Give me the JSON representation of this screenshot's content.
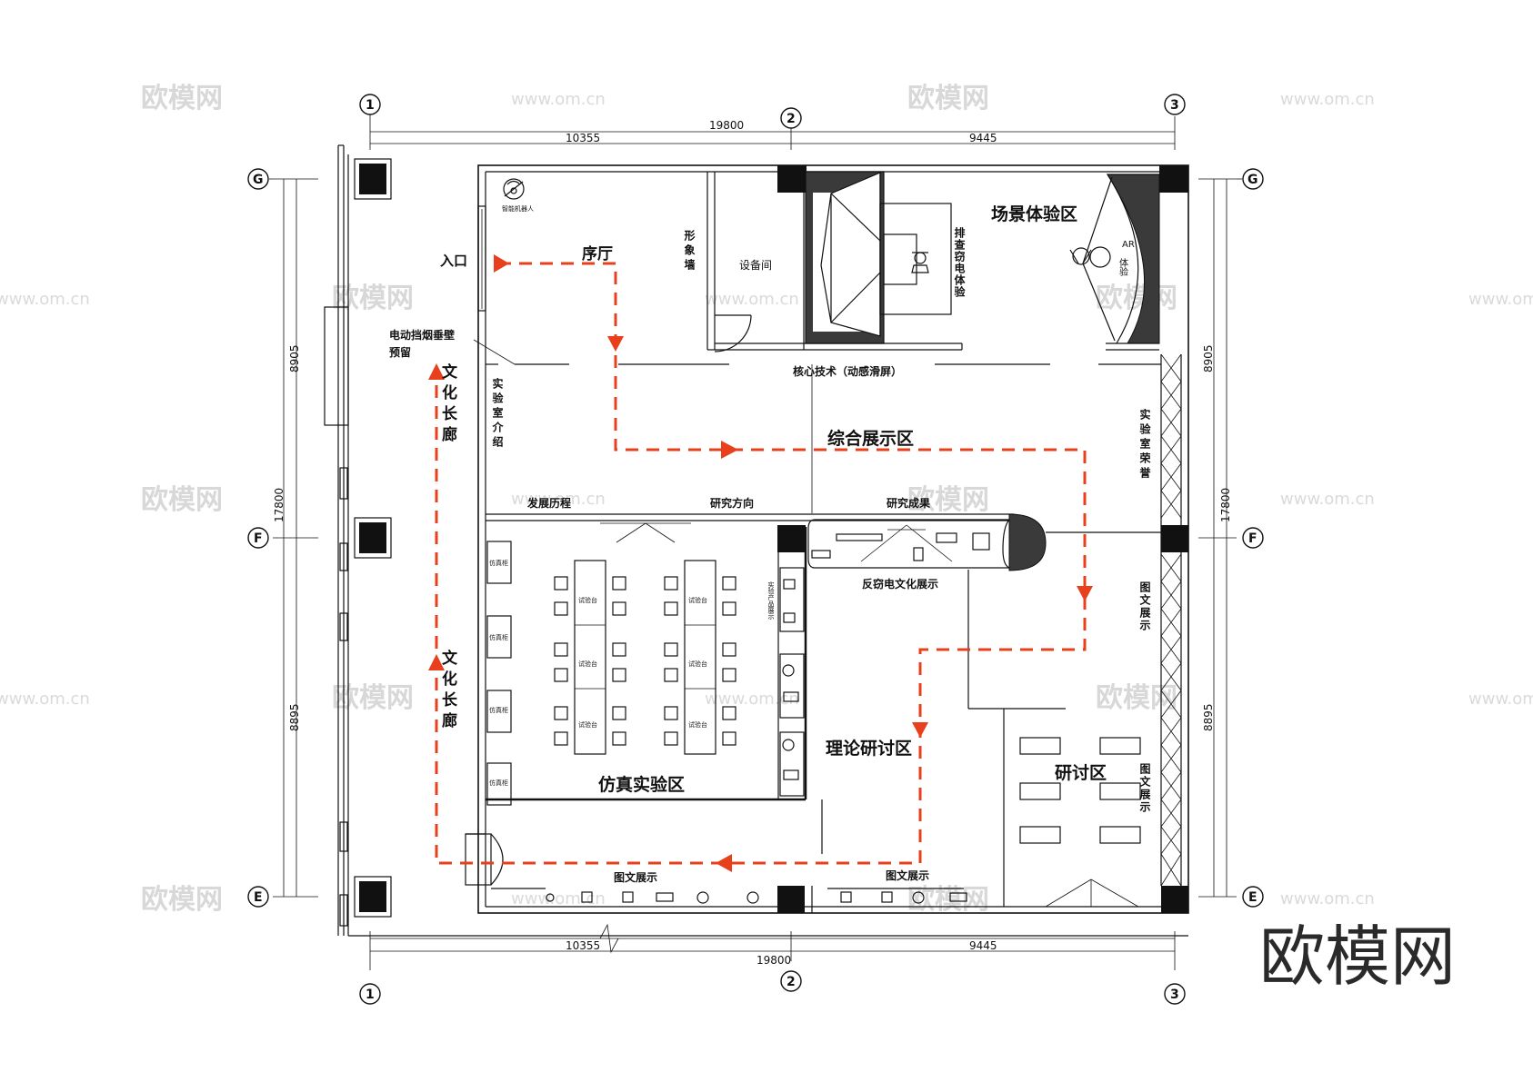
{
  "axes": {
    "columns": [
      "1",
      "2",
      "3"
    ],
    "rows": [
      "G",
      "F",
      "E"
    ]
  },
  "dimensions": {
    "top_total": "19800",
    "top_left": "10355",
    "top_right": "9445",
    "bottom_total": "19800",
    "bottom_left": "10355",
    "bottom_right": "9445",
    "left_total": "17800",
    "left_upper": "8905",
    "left_lower": "8895",
    "right_total": "17800",
    "right_upper": "8905",
    "right_lower": "8895"
  },
  "zones": {
    "lobby": "序厅",
    "scene": "场景体验区",
    "exhibit": "综合展示区",
    "sim_lab": "仿真实验区",
    "theory": "理论研讨区",
    "seminar": "研讨区"
  },
  "labels": {
    "entrance": "入口",
    "robot": "智能机器人",
    "image_wall": "形象墙",
    "equipment": "设备间",
    "anti_theft": "排查窃电体验",
    "ar": "AR体验",
    "smoke": "电动挡烟垂壁",
    "smoke2": "预留",
    "core": "核心技术（动感滑屏）",
    "culture_top": "文化长廊",
    "culture_bottom": "文化长廊",
    "lab_intro": "实验室介绍",
    "lab_honor": "实验室荣誉",
    "history": "发展历程",
    "direction": "研究方向",
    "achievement": "研究成果",
    "anti_culture": "反窃电文化展示",
    "graphic_right_1": "图文展示",
    "graphic_right_2": "图文展示",
    "graphic_bottom_1": "图文展示",
    "graphic_bottom_2": "图文展示",
    "sim_cabinet": "仿真柜",
    "test_bench": "试验台",
    "equipment_display": "实验产品展示"
  },
  "watermarks": {
    "site_cn": "欧模网",
    "site_url": "www.om.cn",
    "brand": "欧模网"
  }
}
